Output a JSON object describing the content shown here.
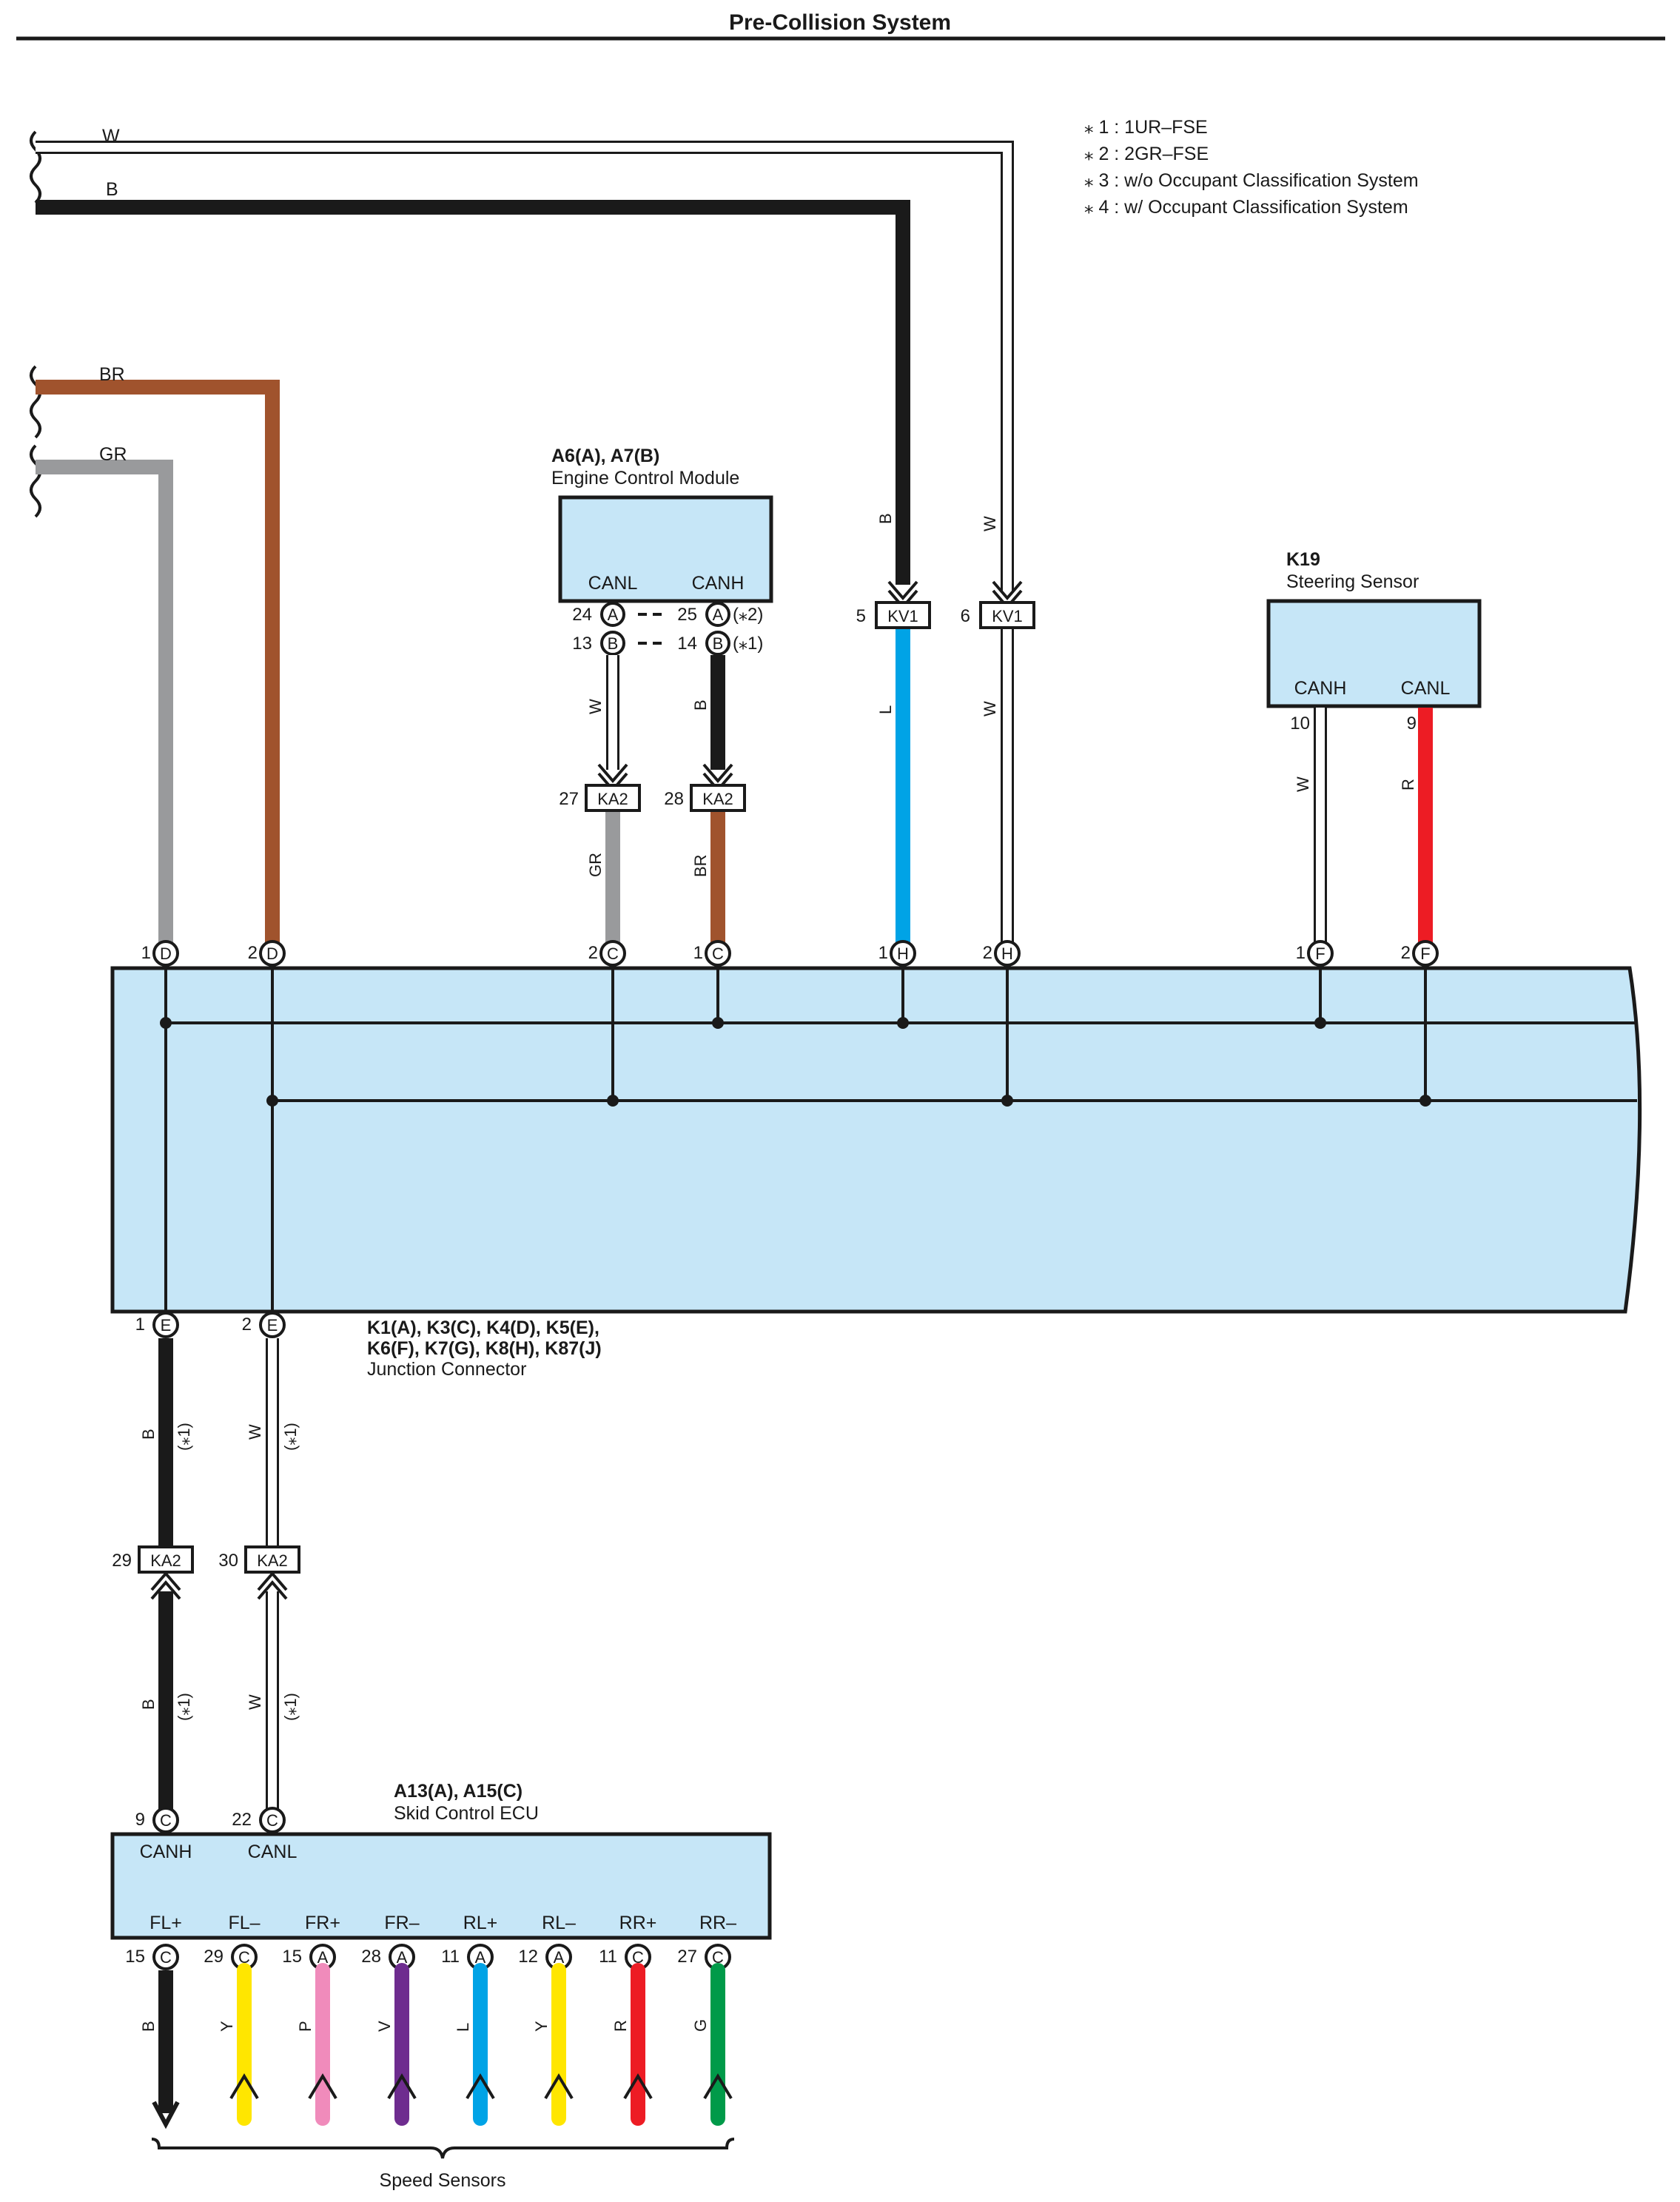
{
  "page": {
    "title": "Pre-Collision System"
  },
  "notes": [
    "⁎ 1 : 1UR–FSE",
    "⁎ 2 : 2GR–FSE",
    "⁎ 3 : w/o Occupant Classification System",
    "⁎ 4 : w/ Occupant Classification System"
  ],
  "colors": {
    "W": "#ffffff",
    "B": "#1a1a1a",
    "BR": "#a0532d",
    "GR": "#999a9c",
    "L": "#00a3e6",
    "R": "#ed1c24",
    "Y": "#ffe600",
    "P": "#f08bbb",
    "V": "#6e2c8f",
    "G": "#009a49",
    "box_fill": "#c6e6f7"
  },
  "wire_labels": {
    "w": "W",
    "b": "B",
    "br": "BR",
    "gr": "GR",
    "l": "L",
    "r": "R",
    "y": "Y",
    "p": "P",
    "v": "V",
    "g": "G"
  },
  "ecm": {
    "codes": "A6(A), A7(B)",
    "name": "Engine Control Module",
    "canl": "CANL",
    "canh": "CANH",
    "p24": "24",
    "p25": "25",
    "p13": "13",
    "p14": "14",
    "cA": "A",
    "cB": "B",
    "n2": "(⁎2)",
    "n1": "(⁎1)"
  },
  "kv1": {
    "label": "KV1",
    "p5": "5",
    "p6": "6"
  },
  "ka2": {
    "label": "KA2",
    "p27": "27",
    "p28": "28",
    "p29": "29",
    "p30": "30"
  },
  "steering": {
    "code": "K19",
    "name": "Steering Sensor",
    "canh": "CANH",
    "canl": "CANL",
    "p10": "10",
    "p9": "9"
  },
  "junction": {
    "line1": "K1(A), K3(C), K4(D), K5(E),",
    "line2": "K6(F), K7(G), K8(H), K87(J)",
    "name": "Junction Connector",
    "p1": "1",
    "p2": "2",
    "D": "D",
    "C": "C",
    "H": "H",
    "F": "F",
    "E": "E"
  },
  "star1": "(⁎1)",
  "skid": {
    "codes": "A13(A), A15(C)",
    "name": "Skid Control ECU",
    "canh": "CANH",
    "canl": "CANL",
    "p9": "9",
    "p22": "22"
  },
  "sensor_pins": [
    {
      "label": "FL+",
      "pin": "15",
      "conn": "C",
      "wire": "B"
    },
    {
      "label": "FL–",
      "pin": "29",
      "conn": "C",
      "wire": "Y"
    },
    {
      "label": "FR+",
      "pin": "15",
      "conn": "A",
      "wire": "P"
    },
    {
      "label": "FR–",
      "pin": "28",
      "conn": "A",
      "wire": "V"
    },
    {
      "label": "RL+",
      "pin": "11",
      "conn": "A",
      "wire": "L"
    },
    {
      "label": "RL–",
      "pin": "12",
      "conn": "A",
      "wire": "Y"
    },
    {
      "label": "RR+",
      "pin": "11",
      "conn": "C",
      "wire": "R"
    },
    {
      "label": "RR–",
      "pin": "27",
      "conn": "C",
      "wire": "G"
    }
  ],
  "speed_sensors": "Speed Sensors"
}
